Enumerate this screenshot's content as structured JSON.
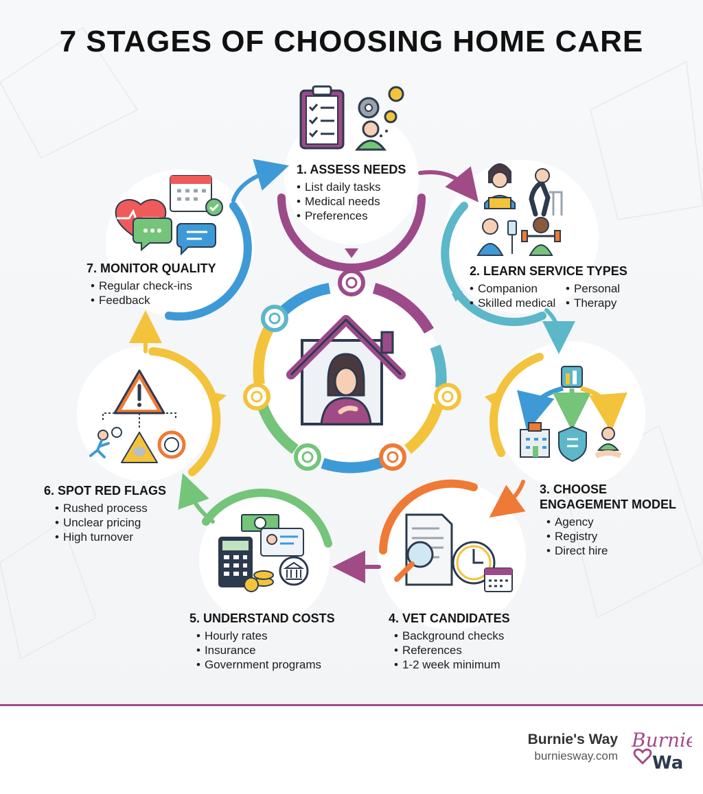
{
  "title": "7 STAGES OF CHOOSING HOME CARE",
  "stages": [
    {
      "heading": "1. ASSESS NEEDS",
      "items": [
        "List daily tasks",
        "Medical needs",
        "Preferences"
      ],
      "color": "#9c4a8a"
    },
    {
      "heading": "2. LEARN SERVICE TYPES",
      "items": [
        "Companion",
        "Personal",
        "Skilled medical",
        "Therapy"
      ],
      "color": "#5cb7c9"
    },
    {
      "heading_line1": "3. CHOOSE",
      "heading_line2": "ENGAGEMENT MODEL",
      "items": [
        "Agency",
        "Registry",
        "Direct hire"
      ],
      "color": "#f3c33b"
    },
    {
      "heading": "4. VET CANDIDATES",
      "items": [
        "Background checks",
        "References",
        "1-2 week minimum"
      ],
      "color": "#ef7a35"
    },
    {
      "heading": "5. UNDERSTAND COSTS",
      "items": [
        "Hourly rates",
        "Insurance",
        "Government programs"
      ],
      "color": "#74c47a"
    },
    {
      "heading": "6. SPOT RED FLAGS",
      "items": [
        "Rushed process",
        "Unclear pricing",
        "High turnover"
      ],
      "color": "#f3c33b"
    },
    {
      "heading": "7. MONITOR QUALITY",
      "items": [
        "Regular check-ins",
        "Feedback"
      ],
      "color": "#3e9ad6"
    }
  ],
  "footer": {
    "brand_name": "Burnie's Way",
    "brand_url": "burniesway.com",
    "logo_text_1": "Burnie",
    "logo_text_2": "Wa"
  },
  "colors": {
    "purple": "#9c4a8a",
    "teal": "#5cb7c9",
    "yellow": "#f3c33b",
    "orange": "#ef7a35",
    "green": "#74c47a",
    "blue": "#3e9ad6",
    "dark": "#2d3a4d"
  },
  "icons": [
    "clipboard-checklist-icon",
    "person-gears-icon",
    "heart-rate-icon",
    "calendar-check-icon",
    "chat-bubbles-icon",
    "caregiver-reading-icon",
    "elderly-walker-icon",
    "doctor-icon",
    "therapy-weights-icon",
    "building-branches-icon",
    "hospital-icon",
    "shield-checklist-icon",
    "handshake-icon",
    "document-search-icon",
    "clock-icon",
    "calculator-icon",
    "money-bill-icon",
    "id-card-icon",
    "coins-icon",
    "bank-icon",
    "warning-triangle-icon",
    "running-person-icon",
    "cycle-arrows-icon",
    "house-person-icon"
  ]
}
